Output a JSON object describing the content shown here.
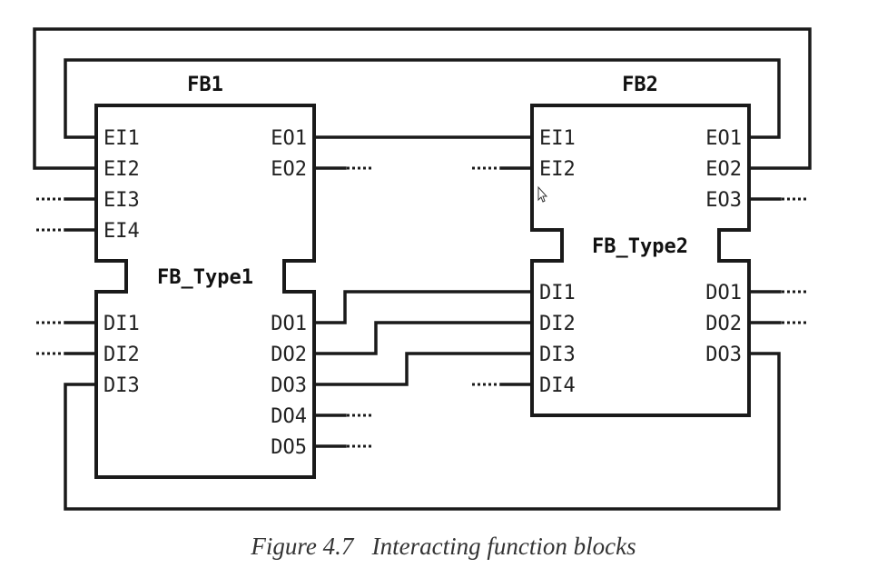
{
  "blocks": {
    "fb1": {
      "name": "FB1",
      "type": "FB_Type1",
      "event_inputs": [
        "EI1",
        "EI2",
        "EI3",
        "EI4"
      ],
      "event_outputs": [
        "EO1",
        "EO2"
      ],
      "data_inputs": [
        "DI1",
        "DI2",
        "DI3"
      ],
      "data_outputs": [
        "DO1",
        "DO2",
        "DO3",
        "DO4",
        "DO5"
      ]
    },
    "fb2": {
      "name": "FB2",
      "type": "FB_Type2",
      "event_inputs": [
        "EI1",
        "EI2"
      ],
      "event_outputs": [
        "EO1",
        "EO2",
        "EO3"
      ],
      "data_inputs": [
        "DI1",
        "DI2",
        "DI3",
        "DI4"
      ],
      "data_outputs": [
        "DO1",
        "DO2",
        "DO3"
      ]
    }
  },
  "connections": [
    {
      "from": "FB1.EO1",
      "to": "FB2.EI1"
    },
    {
      "from": "FB2.EO1",
      "to": "FB1.EI1"
    },
    {
      "from": "FB2.EO2",
      "to": "FB1.EI2"
    },
    {
      "from": "FB1.DO1",
      "to": "FB2.DI1"
    },
    {
      "from": "FB1.DO2",
      "to": "FB2.DI2"
    },
    {
      "from": "FB1.DO3",
      "to": "FB2.DI3"
    },
    {
      "from": "FB2.DO3",
      "to": "FB1.DI3"
    }
  ],
  "caption": {
    "label": "Figure 4.7",
    "text": "Interacting function blocks"
  },
  "colors": {
    "line": "#1a1a1a",
    "text": "#222222",
    "background": "#ffffff"
  }
}
